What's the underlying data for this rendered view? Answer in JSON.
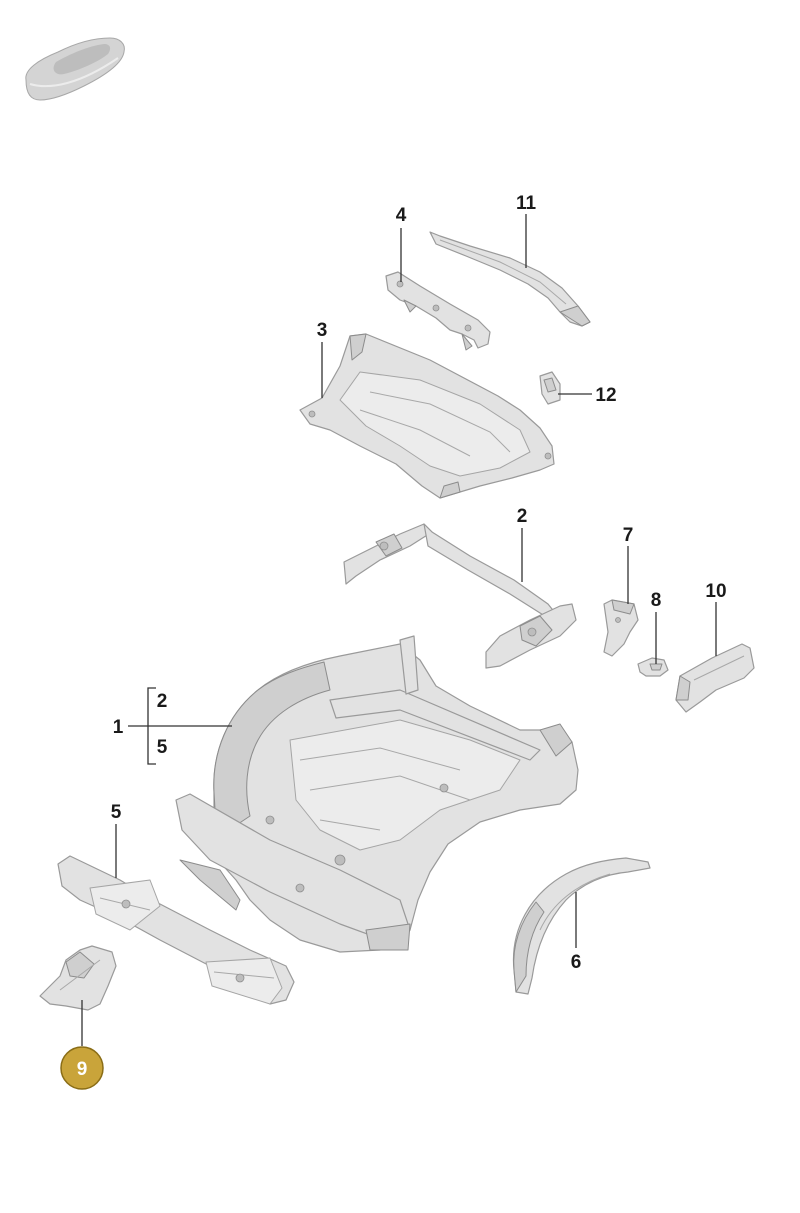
{
  "diagram": {
    "highlight_color": "#c9a43a",
    "car_icon": "car-silhouette-icon",
    "callouts": [
      {
        "id": "p1",
        "text": "1"
      },
      {
        "id": "p1_sub_a",
        "text": "2"
      },
      {
        "id": "p1_sub_b",
        "text": "5"
      },
      {
        "id": "p2",
        "text": "2"
      },
      {
        "id": "p3",
        "text": "3"
      },
      {
        "id": "p4",
        "text": "4"
      },
      {
        "id": "p5",
        "text": "5"
      },
      {
        "id": "p6",
        "text": "6"
      },
      {
        "id": "p7",
        "text": "7"
      },
      {
        "id": "p8",
        "text": "8"
      },
      {
        "id": "p9",
        "text": "9",
        "highlighted": true
      },
      {
        "id": "p10",
        "text": "10"
      },
      {
        "id": "p11",
        "text": "11"
      },
      {
        "id": "p12",
        "text": "12"
      }
    ]
  }
}
